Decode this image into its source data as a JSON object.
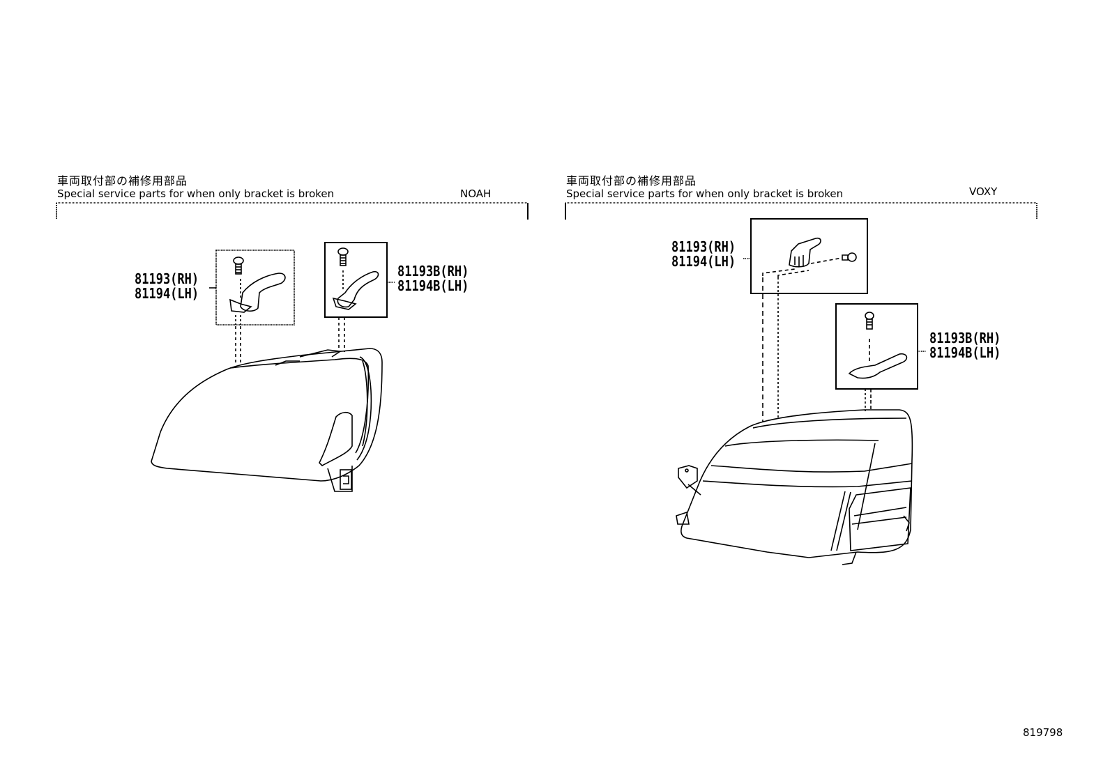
{
  "panels": [
    {
      "title_jp": "車両取付部の補修用部品",
      "subtitle_en": "Special service parts for when only bracket is broken",
      "model": "NOAH",
      "callouts": [
        {
          "lines": [
            "81193(RH)",
            "81194(LH)"
          ]
        },
        {
          "lines": [
            "81193B(RH)",
            "81194B(LH)"
          ]
        }
      ]
    },
    {
      "title_jp": "車両取付部の補修用部品",
      "subtitle_en": "Special service parts for when only bracket is broken",
      "model": "VOXY",
      "callouts": [
        {
          "lines": [
            "81193(RH)",
            "81194(LH)"
          ]
        },
        {
          "lines": [
            "81193B(RH)",
            "81194B(LH)"
          ]
        }
      ]
    }
  ],
  "figure_number": "819798"
}
